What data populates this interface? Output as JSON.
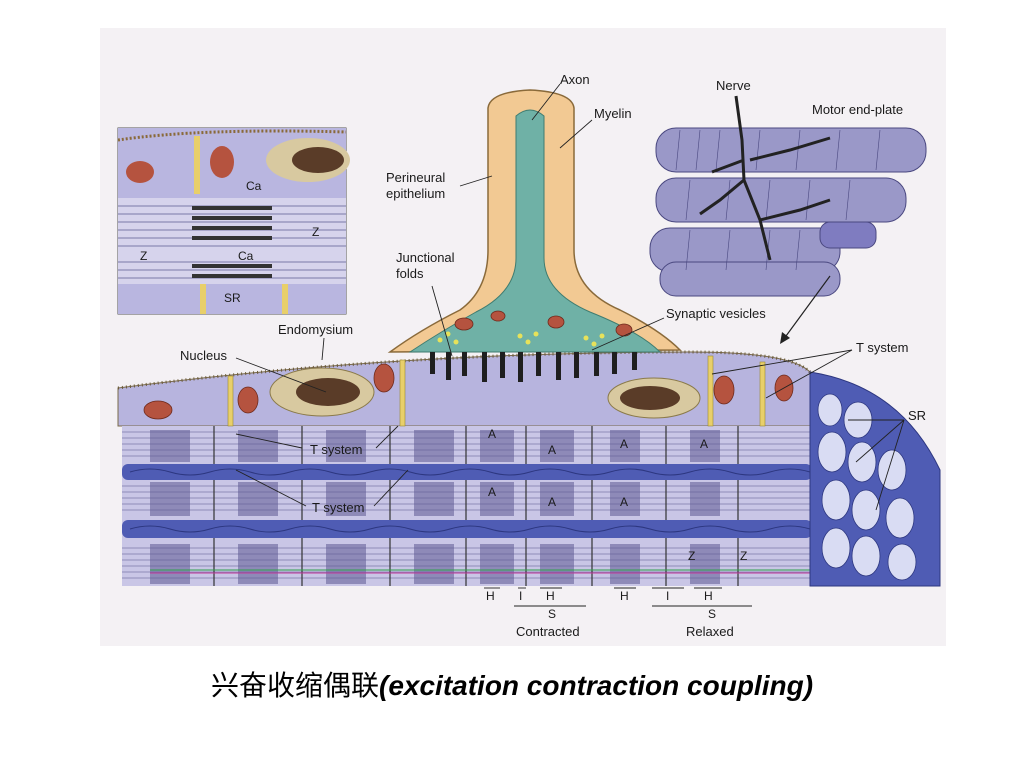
{
  "colors": {
    "page_background": "#ffffff",
    "scan_background": "#f4f1f4",
    "muscle_fiber": "#9a98c8",
    "cytoplasm": "#b7b4de",
    "sarcoplasmic_reticulum": "#4f5cb4",
    "t_tubule": "#e8cf6a",
    "axon_core": "#6fb1a6",
    "myelin_sheath": "#f2c993",
    "mitochondria": "#b5533f",
    "nucleus": "#5a3c28",
    "nerve": "#222222"
  },
  "diagram": {
    "labels": {
      "axon": "Axon",
      "myelin": "Myelin",
      "nerve": "Nerve",
      "motor_end_plate": "Motor end-plate",
      "perineural_line1": "Perineural",
      "perineural_line2": "epithelium",
      "junctional_line1": "Junctional",
      "junctional_line2": "folds",
      "synaptic_vesicles": "Synaptic vesicles",
      "endomysium": "Endomysium",
      "nucleus": "Nucleus",
      "t_system_right": "T system",
      "sr_right": "SR",
      "t_system_inner_1": "T system",
      "t_system_inner_2": "T system",
      "inset_ca_top": "Ca",
      "inset_ca_mid": "Ca",
      "inset_z_left": "Z",
      "inset_z_right": "Z",
      "inset_sr": "SR",
      "band_a_1": "A",
      "band_a_2": "A",
      "band_a_3": "A",
      "band_a_4": "A",
      "band_a_5": "A",
      "band_a_6": "A",
      "band_a_7": "A",
      "band_z_1": "Z",
      "band_z_2": "Z",
      "contracted": "Contracted",
      "relaxed": "Relaxed",
      "h_contracted": "H",
      "i_contracted": "I",
      "h2_contracted": "H",
      "s_contracted": "S",
      "h_relaxed": "H",
      "i_relaxed": "I",
      "h2_relaxed": "H",
      "s_relaxed": "S"
    }
  },
  "caption": {
    "chinese": "兴奋收缩偶联",
    "english": "(excitation contraction coupling)"
  }
}
